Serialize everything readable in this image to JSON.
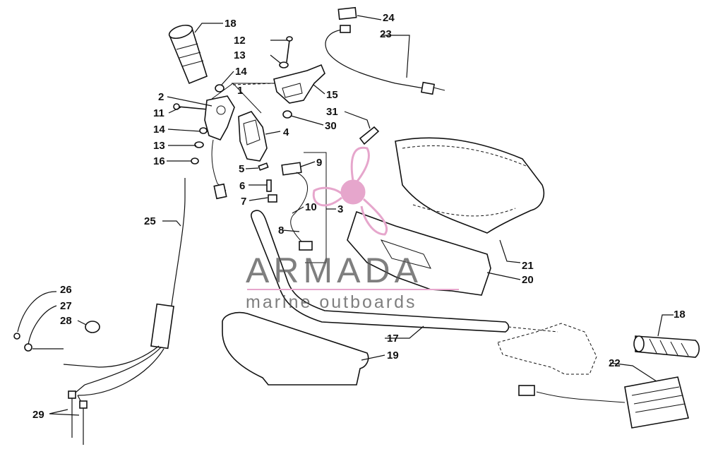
{
  "callouts": {
    "c1": "1",
    "c2": "2",
    "c3": "3",
    "c4": "4",
    "c5": "5",
    "c6": "6",
    "c7": "7",
    "c8": "8",
    "c9": "9",
    "c10": "10",
    "c11": "11",
    "c12": "12",
    "c13a": "13",
    "c13b": "13",
    "c14a": "14",
    "c14b": "14",
    "c15": "15",
    "c16": "16",
    "c17": "17",
    "c18a": "18",
    "c18b": "18",
    "c19": "19",
    "c20": "20",
    "c21": "21",
    "c22": "22",
    "c23": "23",
    "c24": "24",
    "c25": "25",
    "c26": "26",
    "c27": "27",
    "c28": "28",
    "c29": "29",
    "c30": "30",
    "c31": "31"
  },
  "watermark": {
    "brand": "ARMADA",
    "tagline": "marine outboards",
    "accent_color": "#e6a6cc"
  }
}
